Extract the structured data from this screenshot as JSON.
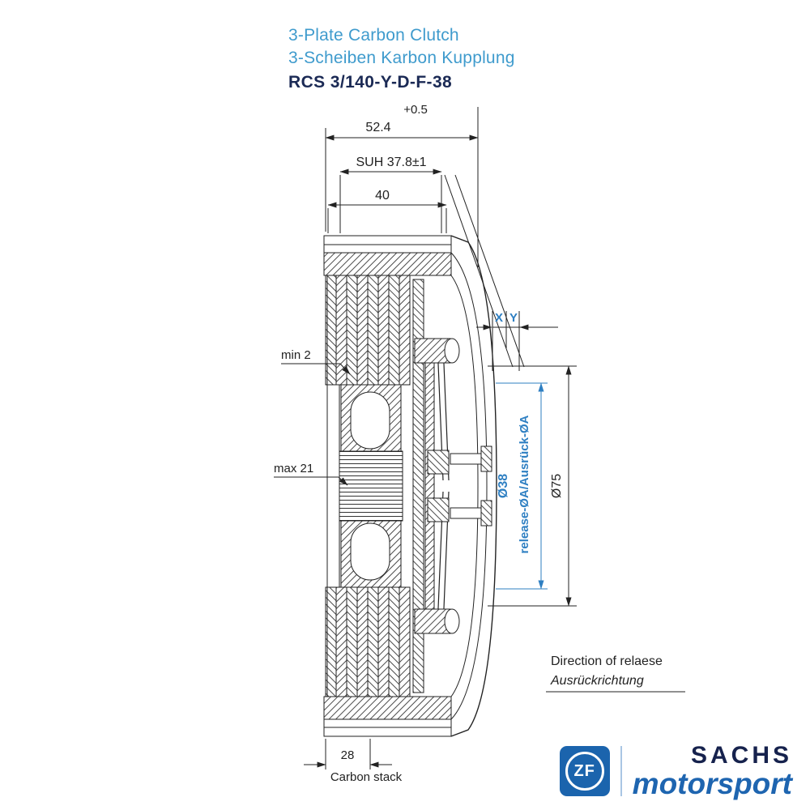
{
  "header": {
    "title_en": "3-Plate Carbon Clutch",
    "title_de": "3-Scheiben Karbon Kupplung",
    "model": "RCS 3/140-Y-D-F-38"
  },
  "dimensions": {
    "overall_width": "52.4",
    "overall_tolerance": "+0.5",
    "suh": "SUH 37.8±1",
    "width_40": "40",
    "min_wear": "min 2",
    "max_travel": "max 21",
    "x_label": "X",
    "y_label": "Y",
    "release_dia": "Ø38",
    "release_note": "release-ØA/Ausrück-ØA",
    "outer_dia": "Ø75",
    "stack_width": "28",
    "stack_label": "Carbon stack"
  },
  "notes": {
    "direction_en": "Direction of relaese",
    "direction_de": "Ausrückrichtung"
  },
  "branding": {
    "zf": "ZF",
    "sachs": "SACHS",
    "motorsport": "motorsport"
  },
  "colors": {
    "title_blue": "#3f9bcd",
    "model_navy": "#1b2a55",
    "annotation_blue": "#2e7fc2",
    "line_color": "#222222",
    "zf_blue": "#1b64ad",
    "sachs_navy": "#16224d",
    "motorsport_blue": "#1e65b0"
  }
}
